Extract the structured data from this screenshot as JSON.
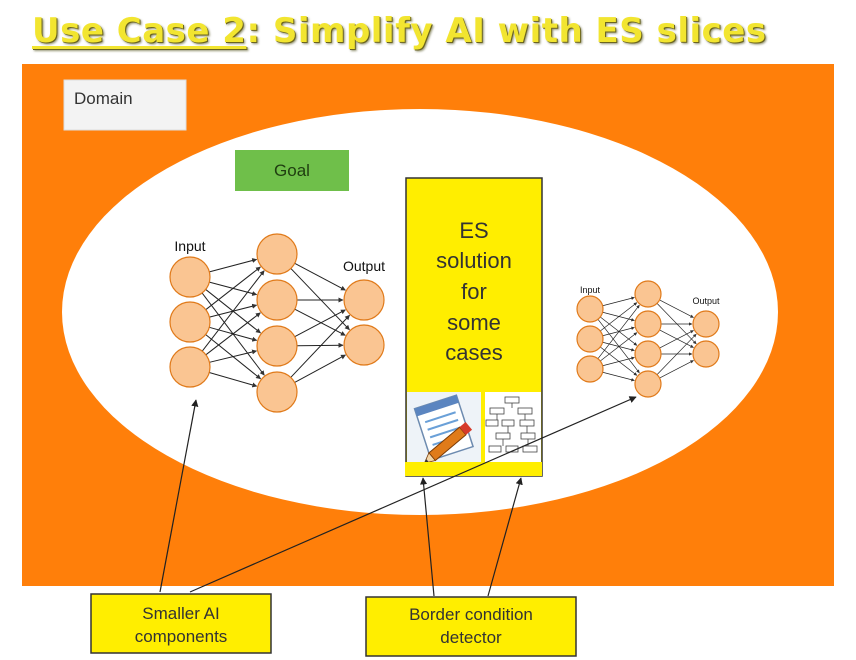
{
  "title": {
    "underlined": "Use Case 2",
    "rest": ": Simplify AI with ES slices"
  },
  "domain_label": "Domain",
  "goal_label": "Goal",
  "es_box": {
    "lines": [
      "ES",
      "solution",
      "for",
      "some",
      "cases"
    ]
  },
  "left_network": {
    "input_label": "Input",
    "output_label": "Output",
    "layers": [
      3,
      4,
      2
    ]
  },
  "right_network": {
    "input_label": "Input",
    "output_label": "Output",
    "layers": [
      3,
      4,
      2
    ]
  },
  "callouts": {
    "smaller_ai": [
      "Smaller AI",
      "components"
    ],
    "border_detector": [
      "Border condition",
      "detector"
    ]
  },
  "colors": {
    "background_orange": "#ff7f0a",
    "ellipse_fill": "#ffffff",
    "node_fill": "#fac592",
    "node_stroke": "#e07a1a",
    "goal_fill": "#6fbf4a",
    "es_fill": "#ffee00",
    "title_yellow": "#f2e530"
  },
  "icons": [
    "notepad-pencil-icon",
    "flowchart-icon"
  ]
}
